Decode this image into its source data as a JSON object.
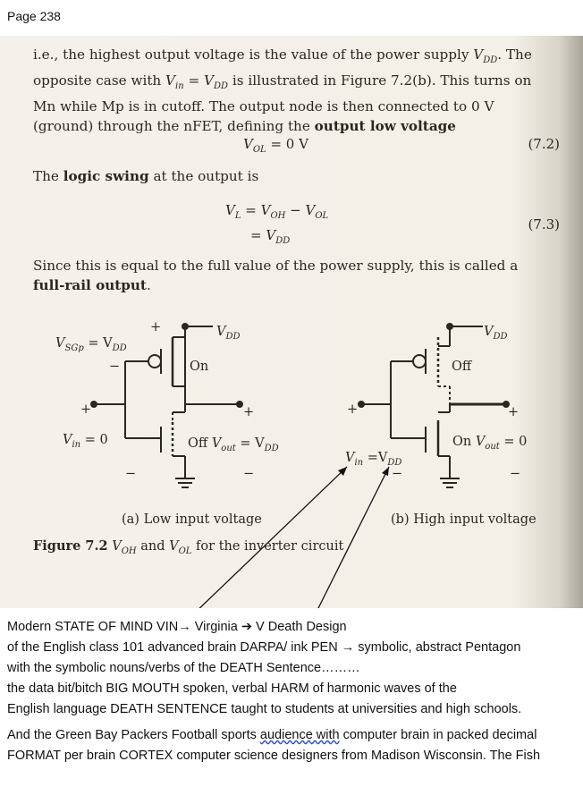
{
  "header": {
    "page_label": "Page 238"
  },
  "scan": {
    "para1": {
      "l1_a": "i.e., the highest output voltage is the value of the power supply ",
      "l1_b": "V",
      "l1_c": "DD",
      "l1_d": ". The",
      "l2_a": "opposite case with ",
      "l2_b": "V",
      "l2_c": "in",
      "l2_d": " = ",
      "l2_e": "V",
      "l2_f": "DD",
      "l2_g": " is illustrated in Figure 7.2(b). This turns on",
      "l3": "Mn while Mp is in cutoff. The output node is then connected to 0 V",
      "l4_a": "(ground) through the nFET, defining the ",
      "l4_b": "output low voltage"
    },
    "eq72": {
      "v": "V",
      "sub": "OL",
      "rhs": " = 0  V",
      "num": "(7.2)"
    },
    "para2": {
      "a": "The ",
      "b": "logic swing",
      "c": " at the output is"
    },
    "eq73": {
      "v": "V",
      "sub": "L",
      "eq": " = ",
      "v2": "V",
      "sub2": "OH",
      "minus": " − ",
      "v3": "V",
      "sub3": "OL",
      "line2_eq": "= ",
      "line2_v": "V",
      "line2_sub": "DD",
      "num": "(7.3)"
    },
    "para3": {
      "l1": "Since this is equal to the full value of the power supply, this is called a",
      "l2_a": "full-rail output",
      "l2_b": "."
    },
    "figure": {
      "a": {
        "vdd": "V",
        "vdd_sub": "DD",
        "vsgp": "V",
        "vsgp_sub": "SGp",
        "vsgp_eq": " = V",
        "vsgp_eq_sub": "DD",
        "on": "On",
        "off": "Off",
        "vout": "V",
        "vout_sub": "out",
        "vout_eq": " = V",
        "vout_eq_sub": "DD",
        "vin": "V",
        "vin_sub": "in",
        "vin_eq": " = 0",
        "plus": "+",
        "minus": "−",
        "caption": "(a) Low input voltage"
      },
      "b": {
        "vdd": "V",
        "vdd_sub": "DD",
        "off": "Off",
        "on": "On",
        "vout": "V",
        "vout_sub": "out",
        "vout_eq": " = 0",
        "vin": "V",
        "vin_sub": "in",
        "vin_eq": " =V",
        "vin_eq_sub": "DD",
        "plus": "+",
        "minus": "−",
        "caption": "(b) High input voltage"
      },
      "caption": {
        "label": "Figure 7.2",
        "v1": "V",
        "s1": "OH",
        "and": " and ",
        "v2": "V",
        "s2": "OL",
        "rest": " for the inverter circuit"
      }
    }
  },
  "notes": {
    "l1": "Modern   STATE OF  MIND   VIN→ Virginia   ➔  V  Death Design",
    "l2": "of the English class  101   advanced   brain DARPA/ ink   PEN  → symbolic, abstract   Pentagon",
    "l3": "with   the   symbolic  nouns/verbs of the DEATH  Sentence………",
    "l4": " the   data bit/bitch  BIG  MOUTH  spoken,  verbal   HARM of harmonic waves   of the",
    "l5": "English language    DEATH SENTENCE taught  to students  at universities and  high schools.",
    "p2l1_a": "And the Green Bay Packers Football sports ",
    "p2l1_b": "audience  with",
    "p2l1_c": "  computer brain  in packed decimal",
    "p2l2": "FORMAT   per   brain CORTEX computer science designers from Madison Wisconsin.  The Fish"
  },
  "colors": {
    "paper": "#f3f0e8",
    "ink": "#2a2620",
    "annotation_underline": "#2a4fd0"
  }
}
